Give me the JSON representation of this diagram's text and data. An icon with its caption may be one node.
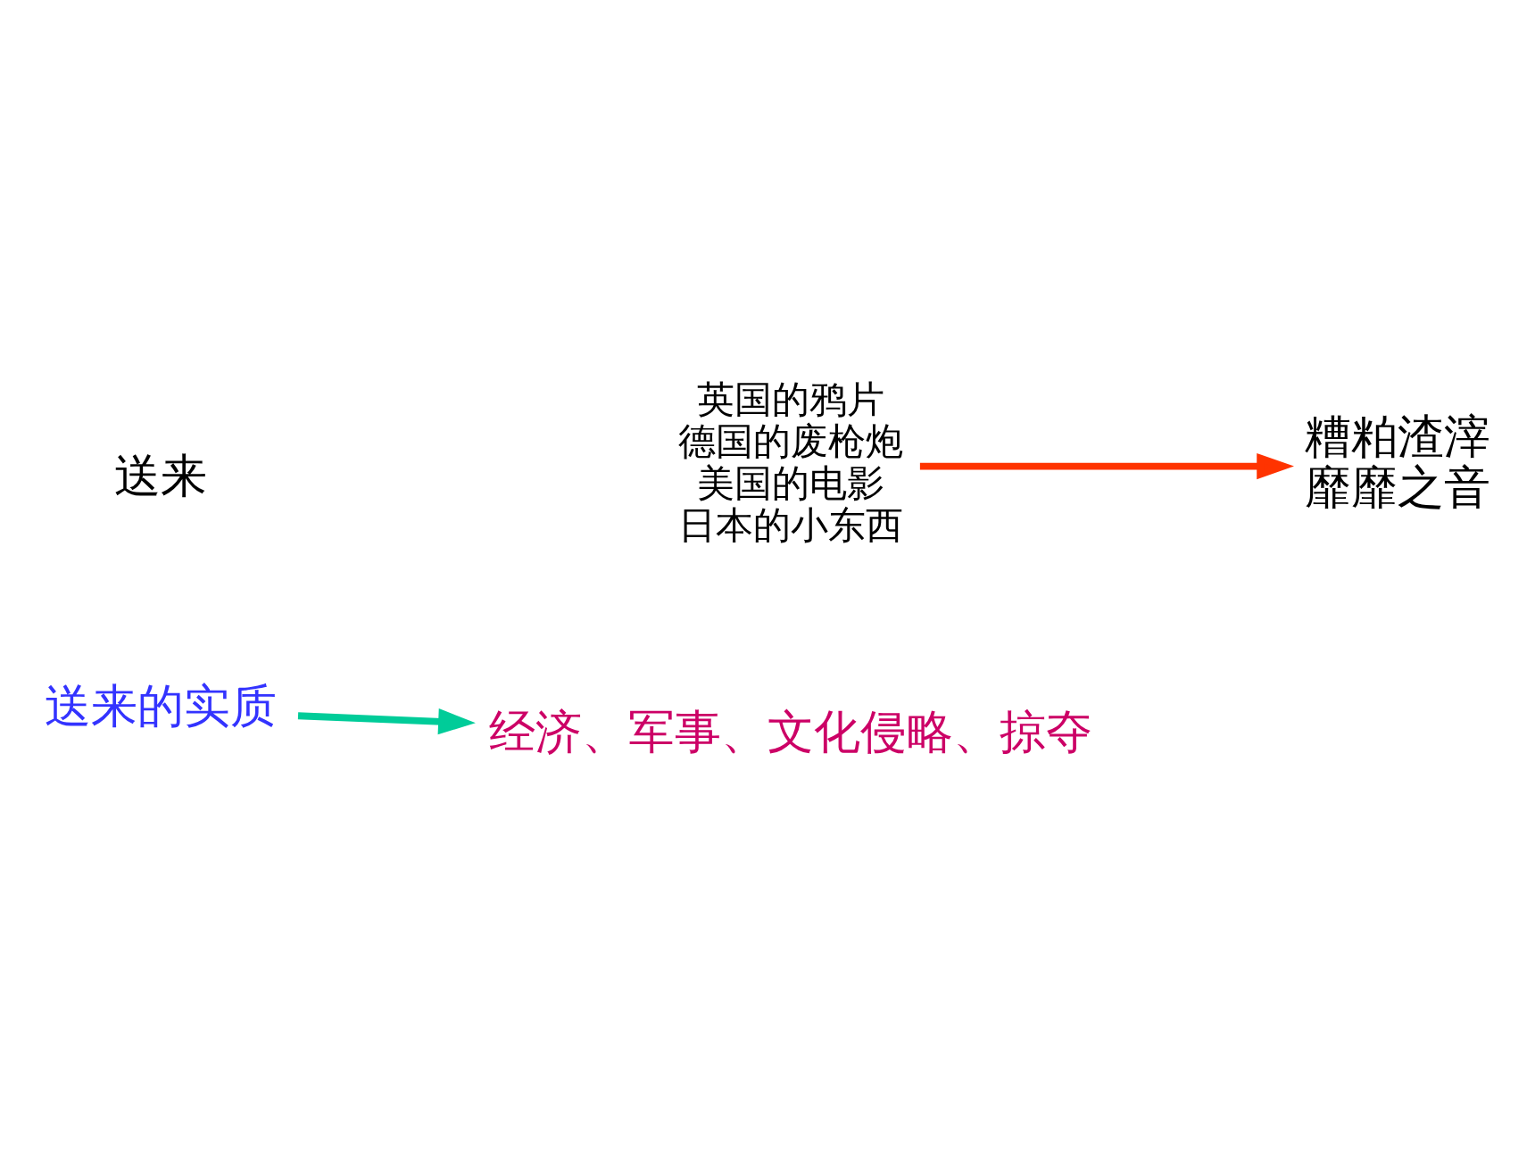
{
  "diagram": {
    "nodes": [
      {
        "text": [
          "送来"
        ]
      },
      {
        "text": [
          "英国的鸦片",
          "德国的废枪炮",
          "美国的电影",
          "日本的小东西"
        ]
      },
      {
        "text": [
          "糟粕渣滓",
          "靡靡之音"
        ]
      },
      {
        "text": [
          "送来的实质"
        ]
      },
      {
        "text": [
          "经济、军事、文化侵略、掠夺"
        ]
      }
    ],
    "edges": [
      {
        "from": 1,
        "to": 2,
        "arrow": "to",
        "color": "#ff3300"
      },
      {
        "from": 3,
        "to": 4,
        "arrow": "to",
        "color": "#00cc99"
      }
    ]
  }
}
